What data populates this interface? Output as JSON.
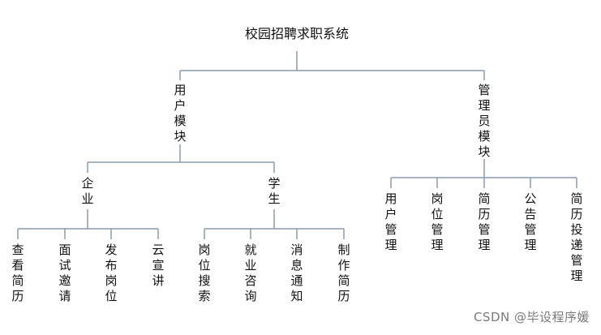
{
  "root": "校园招聘求职系统",
  "modules": {
    "user": {
      "label": "用户模块",
      "enterprise": {
        "label": "企业",
        "children": [
          "查看简历",
          "面试邀请",
          "发布岗位",
          "云宣讲"
        ]
      },
      "student": {
        "label": "学生",
        "children": [
          "岗位搜索",
          "就业咨询",
          "消息通知",
          "制作简历"
        ]
      }
    },
    "admin": {
      "label": "管理员模块",
      "children": [
        "用户管理",
        "岗位管理",
        "简历管理",
        "公告管理",
        "简历投递管理"
      ]
    }
  },
  "watermark": "CSDN @毕设程序媛",
  "colors": {
    "line": "#8a9aab",
    "text": "#111111",
    "watermark": "#7a7a7a",
    "background": "#ffffff"
  }
}
